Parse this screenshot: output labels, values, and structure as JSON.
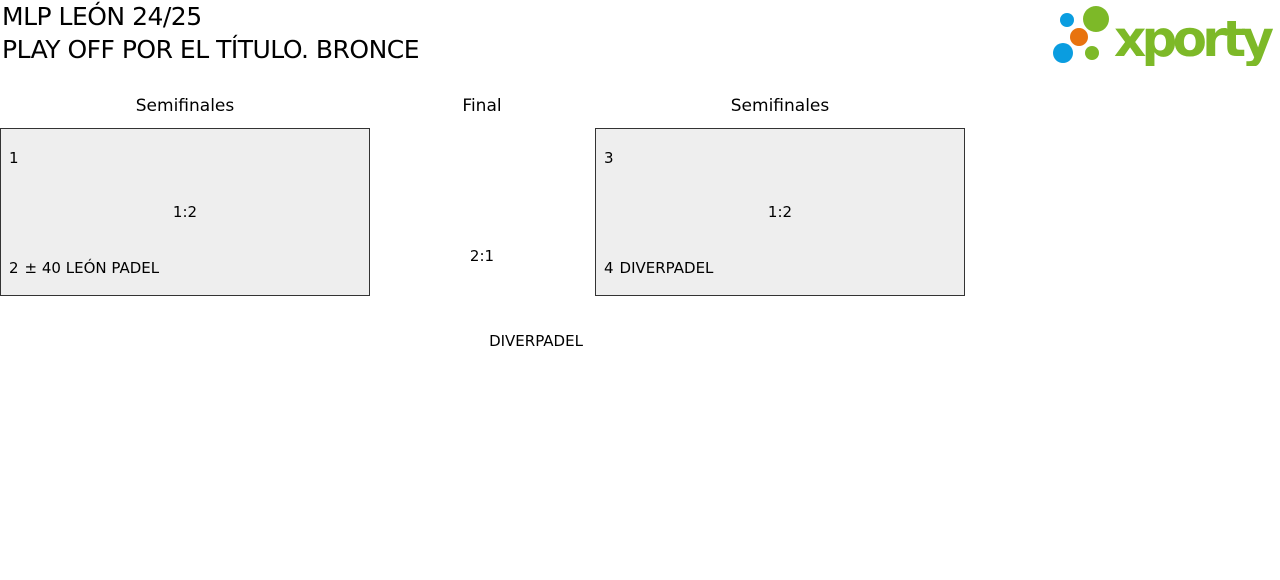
{
  "header": {
    "line1": "MLP LEÓN 24/25",
    "line2": "PLAY OFF POR EL TÍTULO. BRONCE",
    "logo_text": "xporty"
  },
  "columns": {
    "left": "Semifinales",
    "center": "Final",
    "right": "Semifinales"
  },
  "semis": [
    {
      "seed1": "1",
      "team1": "",
      "score": "1:2",
      "seed2": "2",
      "team2": "± 40 LEÓN PADEL"
    },
    {
      "seed1": "3",
      "team1": "",
      "score": "1:2",
      "seed2": "4",
      "team2": "DIVERPADEL"
    }
  ],
  "final": {
    "score": "2:1",
    "winner": "DIVERPADEL"
  },
  "colors": {
    "green": "#7db928",
    "blue": "#0a9de0",
    "orange": "#e8730f"
  }
}
